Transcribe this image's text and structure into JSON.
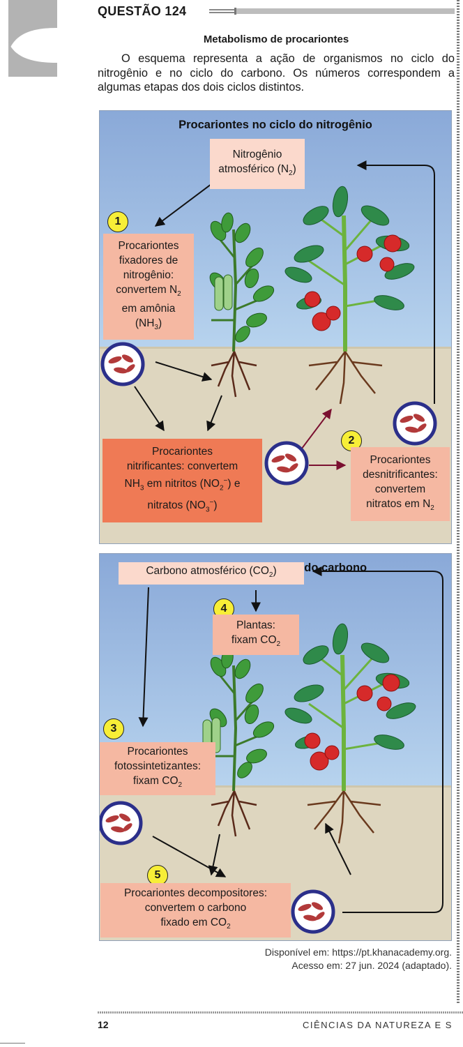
{
  "question": {
    "title": "QUESTÃO 124",
    "subtitle": "Metabolismo de procariontes",
    "intro": "O esquema representa a ação de organismos no ciclo do nitrogênio e no ciclo do carbono. Os números correspondem a algumas etapas dos dois ciclos distintos."
  },
  "nitrogen_panel": {
    "title": "Procariontes no ciclo do nitrogênio",
    "atmospheric": {
      "line1": "Nitrogênio",
      "line2": "atmosférico (N",
      "sub": "2",
      "close": ")"
    },
    "step1": {
      "number": "1",
      "line1": "Procariontes",
      "line2": "fixadores de",
      "line3": "nitrogênio:",
      "line4": "convertem N",
      "line4_sub": "2",
      "line5": "em amônia",
      "line6": "(NH",
      "line6_sub": "3",
      "line6_close": ")"
    },
    "nitrifying": {
      "line1": "Procariontes",
      "line2": "nitrificantes: convertem",
      "line3a": "NH",
      "line3a_sub": "3",
      "line3b": " em nitritos (NO",
      "line3b_sub": "2",
      "line3b_sup": "−",
      "line3c": ") e",
      "line4a": "nitratos (NO",
      "line4a_sub": "3",
      "line4a_sup": "−",
      "line4b": ")"
    },
    "step2": {
      "number": "2",
      "line1": "Procariontes",
      "line2": "desnitrificantes:",
      "line3": "convertem",
      "line4": "nitratos em N",
      "line4_sub": "2"
    }
  },
  "carbon_panel": {
    "title": "Procariontes no ciclo do carbono",
    "atmospheric": {
      "text": "Carbono atmosférico (CO",
      "sub": "2",
      "close": ")"
    },
    "step4": {
      "number": "4",
      "line1": "Plantas:",
      "line2": "fixam CO",
      "line2_sub": "2"
    },
    "step3": {
      "number": "3",
      "line1": "Procariontes",
      "line2": "fotossintetizantes:",
      "line3": "fixam CO",
      "line3_sub": "2"
    },
    "step5": {
      "number": "5",
      "line1": "Procariontes decompositores:",
      "line2": "convertem o carbono",
      "line3": "fixado em CO",
      "line3_sub": "2"
    }
  },
  "citation": {
    "line1": "Disponível em: https://pt.khanacademy.org.",
    "line2": "Acesso em: 27 jun. 2024 (adaptado)."
  },
  "footer": {
    "page": "12",
    "section": "CIÊNCIAS DA NATUREZA E S"
  },
  "colors": {
    "sky": "#8fb4dd",
    "soil": "#ded6bf",
    "box": "#f5b8a2",
    "box_dark": "#ef7a55",
    "badge": "#f7ee37",
    "microbe_ring": "#2b2f8a"
  },
  "icons": [
    "page-tab-icon",
    "microbe-icon",
    "tomato-plant-icon",
    "bean-plant-icon",
    "arrow-icon"
  ]
}
